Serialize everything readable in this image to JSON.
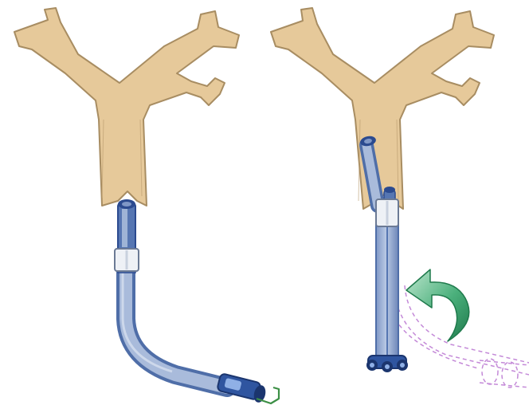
{
  "colors": {
    "background": "#ffffff",
    "airway_fill": "#e6c99a",
    "airway_edge": "#a88d62",
    "tube_light": "#9fb4d6",
    "tube_mid": "#6f8fc4",
    "tube_dark": "#2b4a8f",
    "cuff": "#e9edf3",
    "arrow_green": "#2f9a63",
    "arrow_light": "#9fd9b8",
    "ghost_purple": "#c48ad8",
    "wire_green": "#3c8f45"
  },
  "panels": [
    {
      "id": "left",
      "tube_state": "curved"
    },
    {
      "id": "right",
      "tube_state": "straightened"
    }
  ],
  "icons": [
    "trachea-bronchi-illustration",
    "curved-arrow-icon",
    "tube-dashed-outline"
  ]
}
